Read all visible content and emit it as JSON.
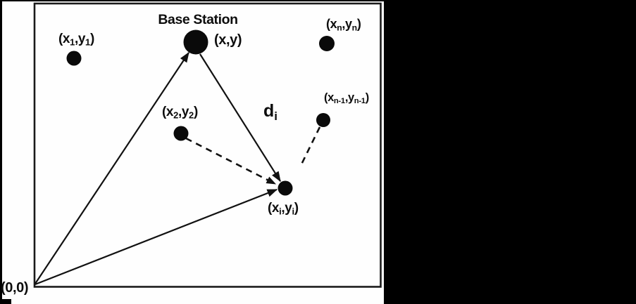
{
  "figure": {
    "title": "Base Station",
    "base_station": {
      "label": "Base Station",
      "coords": "(x,y)"
    },
    "origin_label": "(0,0)",
    "distance_label": {
      "base": "d",
      "sub": "i"
    },
    "nodes": {
      "n1": {
        "p0": "(x",
        "s0": "1",
        "p1": ",y",
        "s1": "1",
        "p2": ")"
      },
      "n2": {
        "p0": "(x",
        "s0": "2",
        "p1": ",y",
        "s1": "2",
        "p2": ")"
      },
      "nn": {
        "p0": "(x",
        "s0": "n",
        "p1": ",y",
        "s1": "n",
        "p2": ")"
      },
      "nn1": {
        "p0": "(x",
        "s0": "n-1",
        "p1": ",y",
        "s1": "n-1",
        "p2": ")"
      },
      "ni": {
        "p0": "(x",
        "s0": "i",
        "p1": ",y",
        "s1": "i",
        "p2": ")"
      }
    },
    "colors": {
      "ink": "#0d0d0d",
      "paper": "#fefefe",
      "backdrop": "#000000"
    }
  }
}
